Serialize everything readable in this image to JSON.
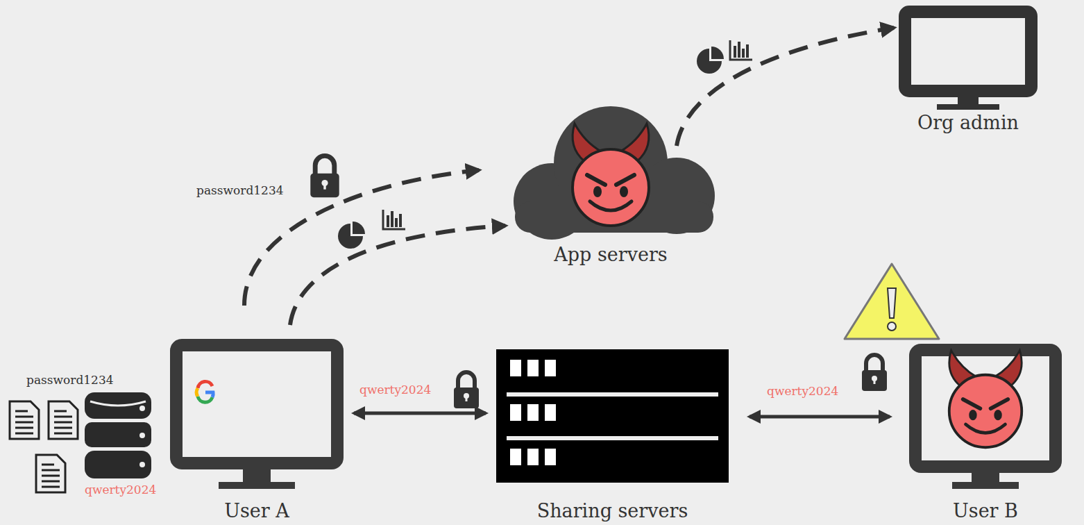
{
  "diagram": {
    "nodes": [
      {
        "text": [
          "Org admin"
        ]
      },
      {
        "text": [
          "App servers"
        ]
      },
      {
        "text": [
          "User A"
        ]
      },
      {
        "text": [
          "Sharing servers"
        ]
      },
      {
        "text": [
          "User B"
        ]
      }
    ],
    "edges": [
      {
        "from": 2,
        "to": 1,
        "label": "password1234",
        "arrow": "to"
      },
      {
        "from": 2,
        "to": 1,
        "arrow": "to"
      },
      {
        "from": 1,
        "to": 0,
        "arrow": "to"
      },
      {
        "from": 2,
        "to": 3,
        "label": "qwerty2024",
        "arrow": "both"
      },
      {
        "from": 3,
        "to": 4,
        "label": "qwerty2024",
        "arrow": "both"
      }
    ],
    "labels": [
      "password1234",
      "qwerty2024"
    ]
  }
}
